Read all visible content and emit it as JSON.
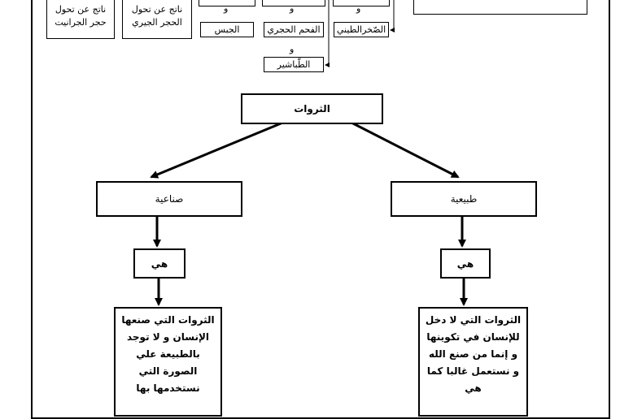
{
  "top": {
    "box_granite": "ناتج عن تحول حجر الجرانيت",
    "box_limestone": "ناتج عن تحول الحجر الجيري",
    "conj": "و",
    "gypsum": "الجبس",
    "charcoal": "الفحم الحجري",
    "clay": "الصّخرالطيني",
    "chalk": "الطّباشير"
  },
  "diagram": {
    "root": "الثروات",
    "left_category": "صناعية",
    "right_category": "طبيعية",
    "is_left": "هي",
    "is_right": "هي",
    "left_def": "الثروات التي صنعها الإنسان و لا توجد بالطبيعة علي الصورة التي نستخدمها بها",
    "right_def": "الثروات التي لا دخل للإنسان في تكوينها و إنما من صنع الله و نستعمل غالبا كما هي"
  }
}
